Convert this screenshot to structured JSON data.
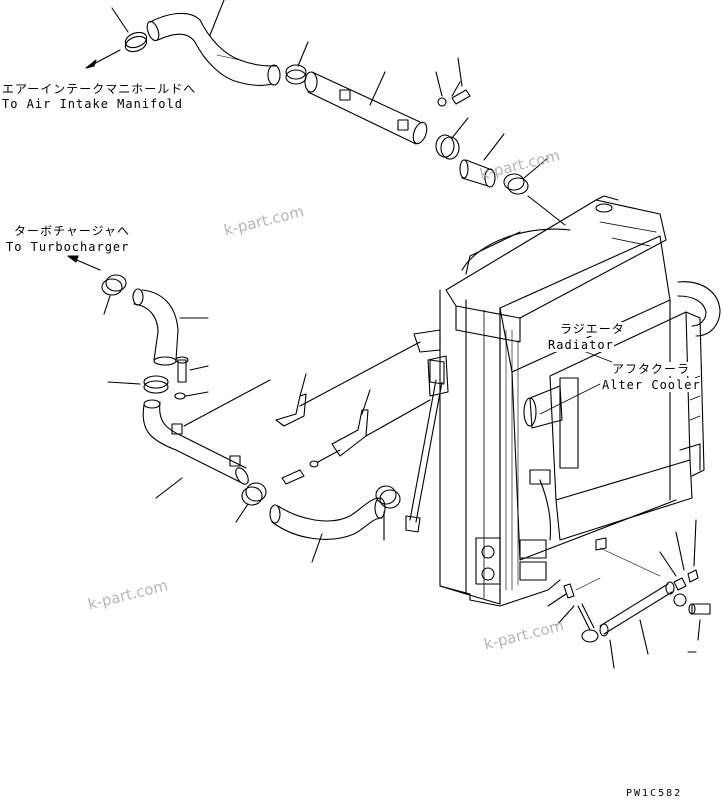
{
  "labels": {
    "intake_jp": "エアーインテークマニホールドへ",
    "intake_en": "To Air Intake Manifold",
    "turbo_jp": "ターボチャージャへ",
    "turbo_en": "To Turbocharger",
    "radiator_jp": "ラジエータ",
    "radiator_en": "Radiator",
    "aftercooler_jp": "アフタクーラ",
    "aftercooler_en": "Alter Cooler"
  },
  "watermark": "k-part.com",
  "drawing_code": "PW1C582",
  "colors": {
    "line": "#000000",
    "watermark": "#b5b5b5",
    "background": "#ffffff"
  }
}
